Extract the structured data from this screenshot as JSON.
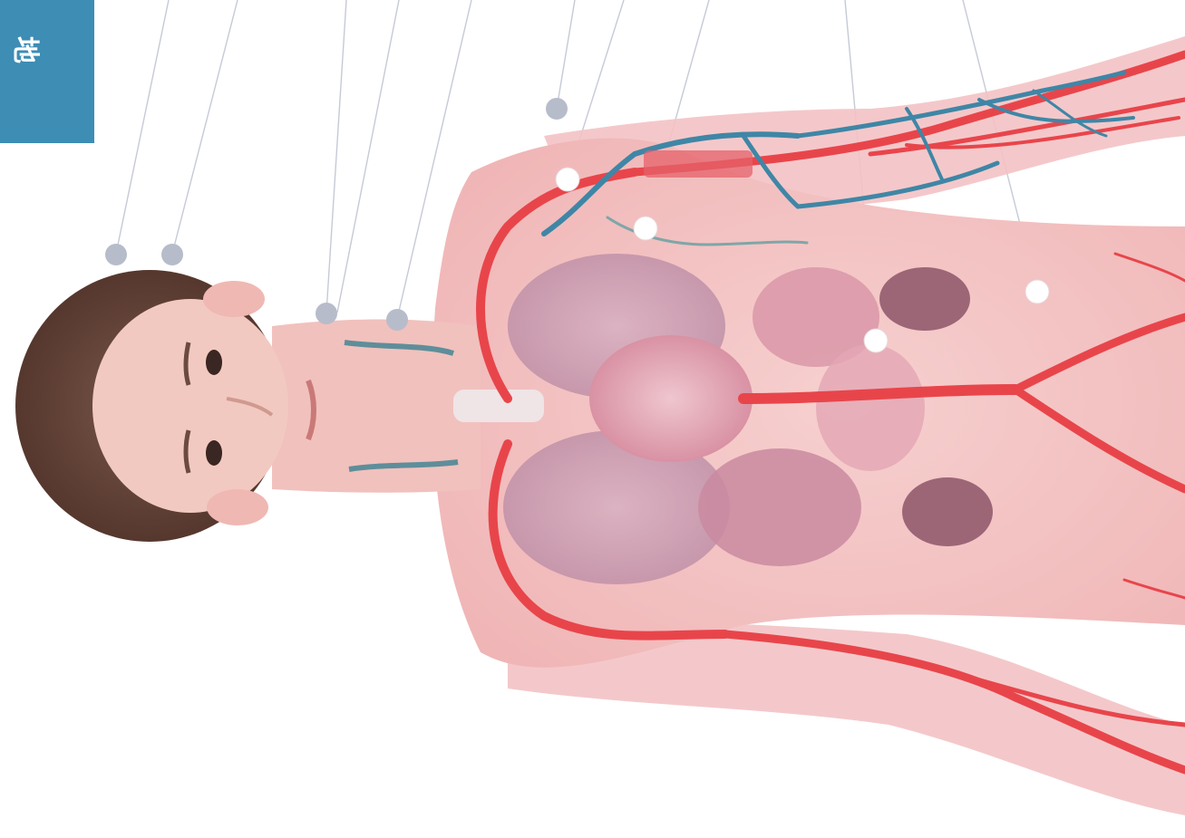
{
  "figure": {
    "orientation": "rotated-90-cw",
    "subject": "anatomical-human-torso-circulatory-and-organs",
    "colors": {
      "background": "#ffffff",
      "tab": "#3d8db5",
      "skin": "#f4c3c2",
      "skin_shadow": "#e8a6a8",
      "artery": "#e8454b",
      "vein": "#3f86a6",
      "organ_pink": "#d98ea1",
      "organ_purple": "#b17f96",
      "lung": "#c99ab0",
      "hair": "#6b4a3f",
      "face": "#f2c9c0",
      "leader_line": "#c6cad6",
      "marker_grey": "#b7bccb",
      "marker_white": "#ffffff"
    }
  },
  "tab": {
    "text": "地"
  },
  "markers": [
    {
      "id": "m1",
      "style": "grey"
    },
    {
      "id": "m2",
      "style": "grey"
    },
    {
      "id": "m3",
      "style": "grey"
    },
    {
      "id": "m4",
      "style": "grey"
    },
    {
      "id": "m5",
      "style": "grey"
    },
    {
      "id": "m6",
      "style": "white"
    },
    {
      "id": "m7",
      "style": "white"
    },
    {
      "id": "m8",
      "style": "white"
    },
    {
      "id": "m9",
      "style": "white"
    }
  ]
}
